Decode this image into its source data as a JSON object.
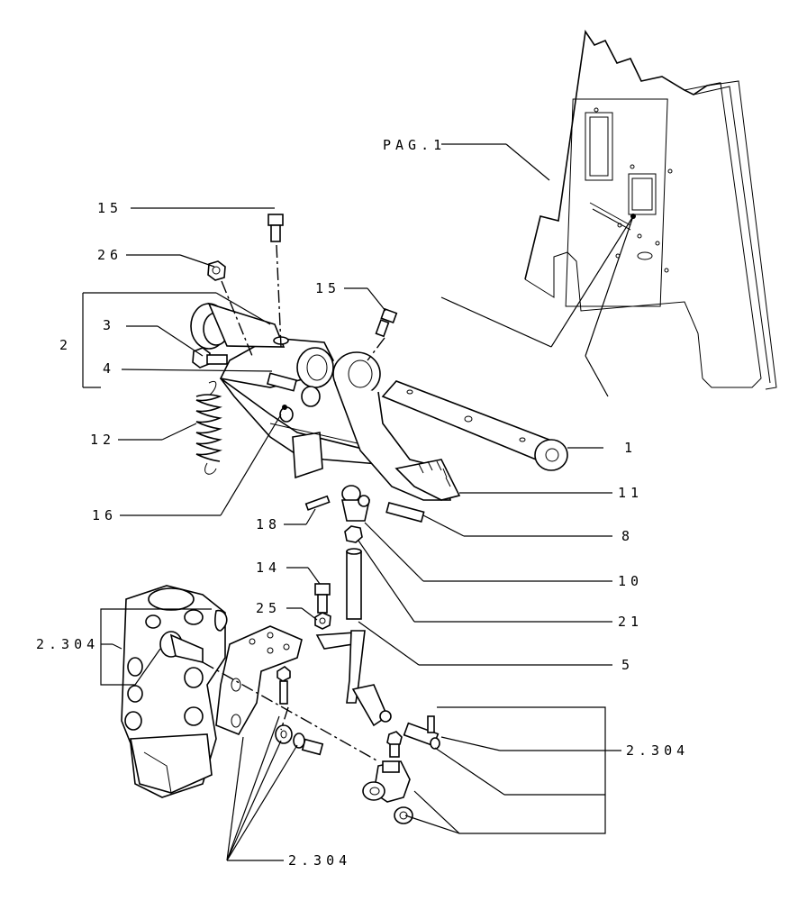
{
  "callouts": {
    "pag1": "PAG.1",
    "c15a": "15",
    "c26": "26",
    "c15b": "15",
    "c2": "2",
    "c3": "3",
    "c4": "4",
    "c12": "12",
    "c16": "16",
    "c18": "18",
    "c14": "14",
    "c25": "25",
    "c2304a": "2.304",
    "c1": "1",
    "c11": "11",
    "c8": "8",
    "c10": "10",
    "c21": "21",
    "c5": "5",
    "c2304b": "2.304",
    "c2304c": "2.304"
  }
}
